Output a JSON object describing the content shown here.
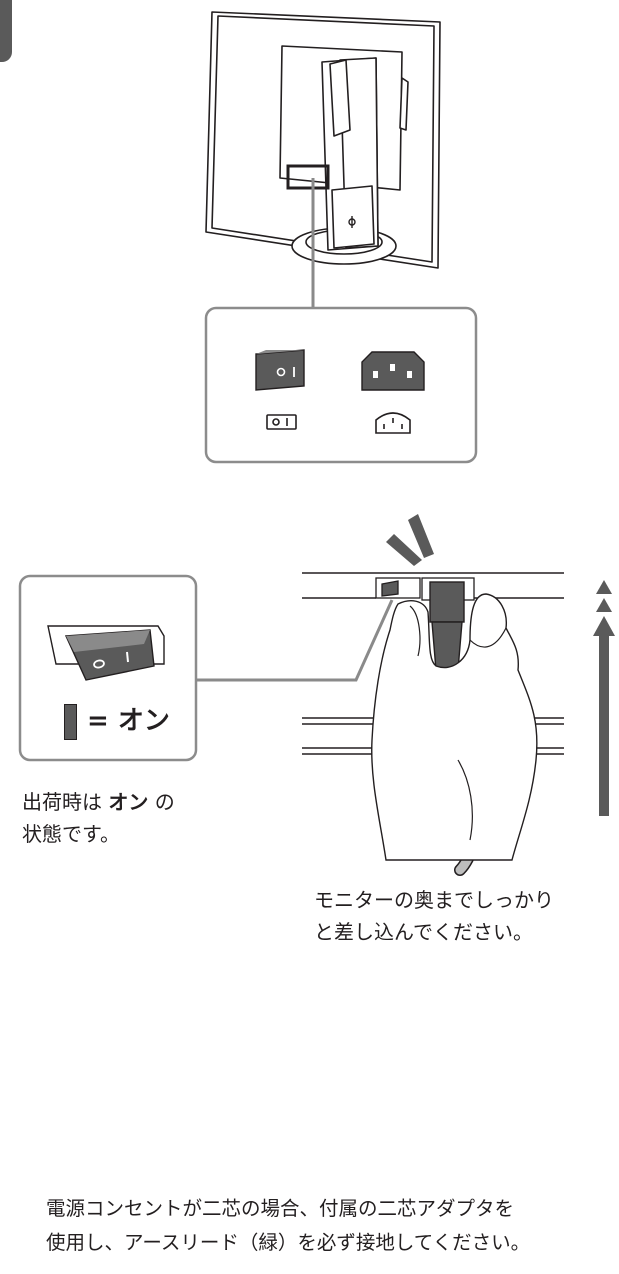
{
  "colors": {
    "outline": "#231f20",
    "dark_gray": "#5a5a5a",
    "mid_gray": "#8a8a8a",
    "light_gray": "#bdbdbd",
    "panel_border": "#8c8c8c"
  },
  "icons": {
    "switch_symbol": "power-switch-o-i-icon",
    "inlet_symbol": "ac-inlet-icon"
  },
  "switch_legend": {
    "equals_on": "= オン"
  },
  "default_note": {
    "line1_prefix": "出荷時は ",
    "line1_bold": "オン",
    "line1_suffix": " の",
    "line2": "状態です。"
  },
  "insert_note": {
    "line1": "モニターの奥までしっかり",
    "line2": "と差し込んでください。"
  },
  "ground_note": {
    "line1": "電源コンセントが二芯の場合、付属の二芯アダプタを",
    "line2": "使用し、アースリード（緑）を必ず接地してください。"
  }
}
